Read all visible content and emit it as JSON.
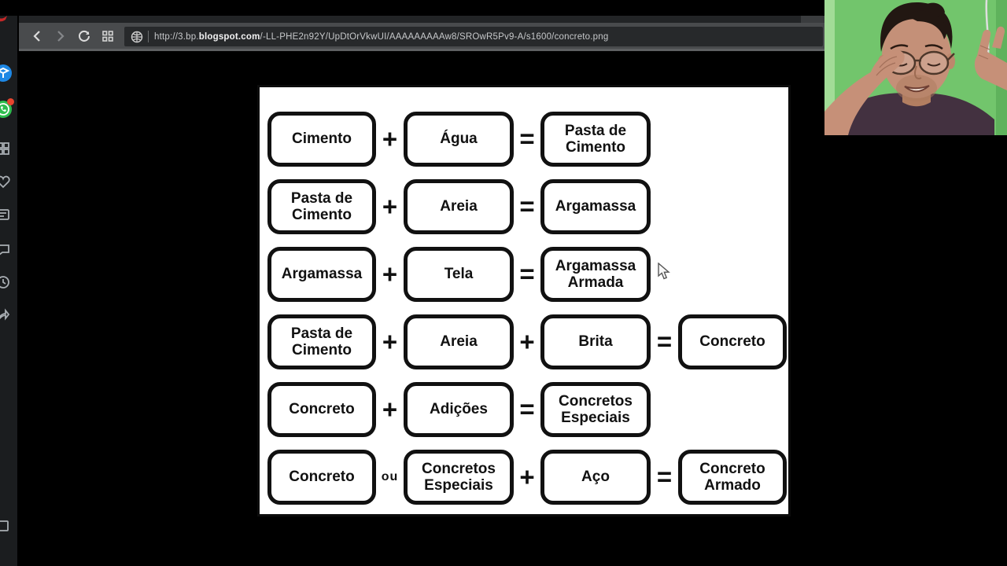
{
  "browser": {
    "address": {
      "url_prefix": "http://3.bp.",
      "url_domain": "blogspot.com",
      "url_path": "/-LL-PHE2n92Y/UpDtOrVkwUI/AAAAAAAAAw8/SROwR5Pv9-A/s1600/concreto.png"
    },
    "icons": {
      "back": "chevron-left",
      "forward": "chevron-right",
      "reload": "circular-arrow",
      "tab-grid": "four-squares",
      "site": "globe",
      "sidebar": [
        "messenger-blue-bubble",
        "whatsapp-green-bubble-with-red-badge",
        "grid",
        "heart",
        "reader",
        "speech-bubble",
        "clock",
        "share",
        "window-square"
      ]
    }
  },
  "diagram": {
    "rows": [
      {
        "c0": "Cimento",
        "o0": "+",
        "c1": "Água",
        "o1": "=",
        "c2": "Pasta de Cimento"
      },
      {
        "c0": "Pasta de Cimento",
        "o0": "+",
        "c1": "Areia",
        "o1": "=",
        "c2": "Argamassa"
      },
      {
        "c0": "Argamassa",
        "o0": "+",
        "c1": "Tela",
        "o1": "=",
        "c2": "Argamassa Armada"
      },
      {
        "c0": "Pasta de Cimento",
        "o0": "+",
        "c1": "Areia",
        "o1": "+",
        "c2": "Brita",
        "o2": "=",
        "c3": "Concreto"
      },
      {
        "c0": "Concreto",
        "o0": "+",
        "c1": "Adições",
        "o1": "=",
        "c2": "Concretos Especiais"
      },
      {
        "c0": "Concreto",
        "o0": "ou",
        "c1": "Concretos Especiais",
        "o1": "+",
        "c2": "Aço",
        "o2": "=",
        "c3": "Concreto Armado"
      }
    ]
  },
  "colors": {
    "toolbar": "#494b4d",
    "addressbar": "#27292b",
    "sidebar": "#1b1d1f",
    "box_border": "#111111",
    "webcam_wall_green": "#72c56c",
    "messenger_blue": "#1e88e5",
    "whatsapp_green": "#2ebd4e",
    "badge_red": "#e6452e"
  }
}
